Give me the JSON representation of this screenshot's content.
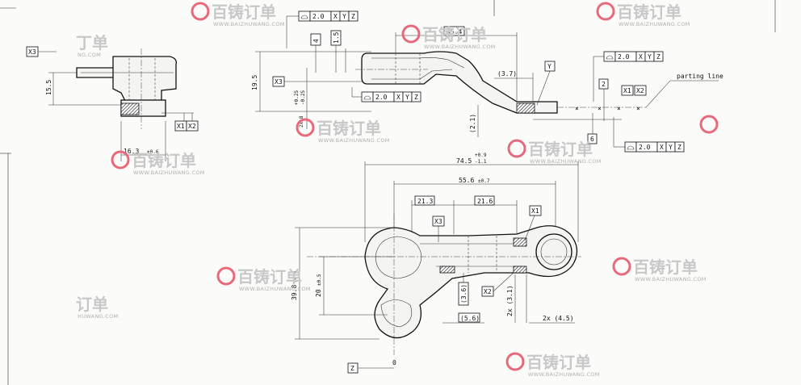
{
  "watermark": {
    "brand": "百铸订单",
    "url": "WWW.BAIZHUWANG.COM",
    "partial_brand_a": "订单",
    "partial_url_a": "HUWANG.COM",
    "partial_brand_b": "丁单",
    "partial_url_b": "NG.COM",
    "logo_color": "#e86a7a"
  },
  "datums": {
    "x1": "X1",
    "x2": "X2",
    "x3": "X3",
    "y": "Y",
    "z": "Z"
  },
  "tolerance_frames": [
    {
      "value": "2.0",
      "refs": [
        "X",
        "Y",
        "Z"
      ]
    }
  ],
  "left_view": {
    "dim_height": "15.5",
    "dim_width": "16.3",
    "dim_width_tol": "±0.6"
  },
  "top_view": {
    "dim_45": "45.4",
    "dim_4": "4",
    "dim_1_5": "1.5",
    "dim_19_5": "19.5",
    "dim_3_7": "(3.7)",
    "dim_2": "2",
    "dim_6": "6",
    "dim_2_1": "(2.1)",
    "dim_thk": "2x 8",
    "dim_thk_tol_up": "+0.25",
    "dim_thk_tol_dn": "-0.25",
    "parting_line": "parting line"
  },
  "plan_view": {
    "dim_74_5": "74.5",
    "dim_74_5_tol_up": "+0.9",
    "dim_74_5_tol_dn": "-1.1",
    "dim_55_6": "55.6",
    "dim_55_6_tol": "±0.7",
    "dim_21_3": "21.3",
    "dim_21_6": "21.6",
    "dim_39_8": "39.8",
    "dim_39_8_tol": "±0.6",
    "dim_20": "20",
    "dim_20_tol": "±0.5",
    "dim_3_6": "(3.6)",
    "dim_5_6": "(5.6)",
    "dim_3_1": "2x (3.1)",
    "dim_4_5": "2x (4.5)",
    "dim_zero": "0"
  }
}
